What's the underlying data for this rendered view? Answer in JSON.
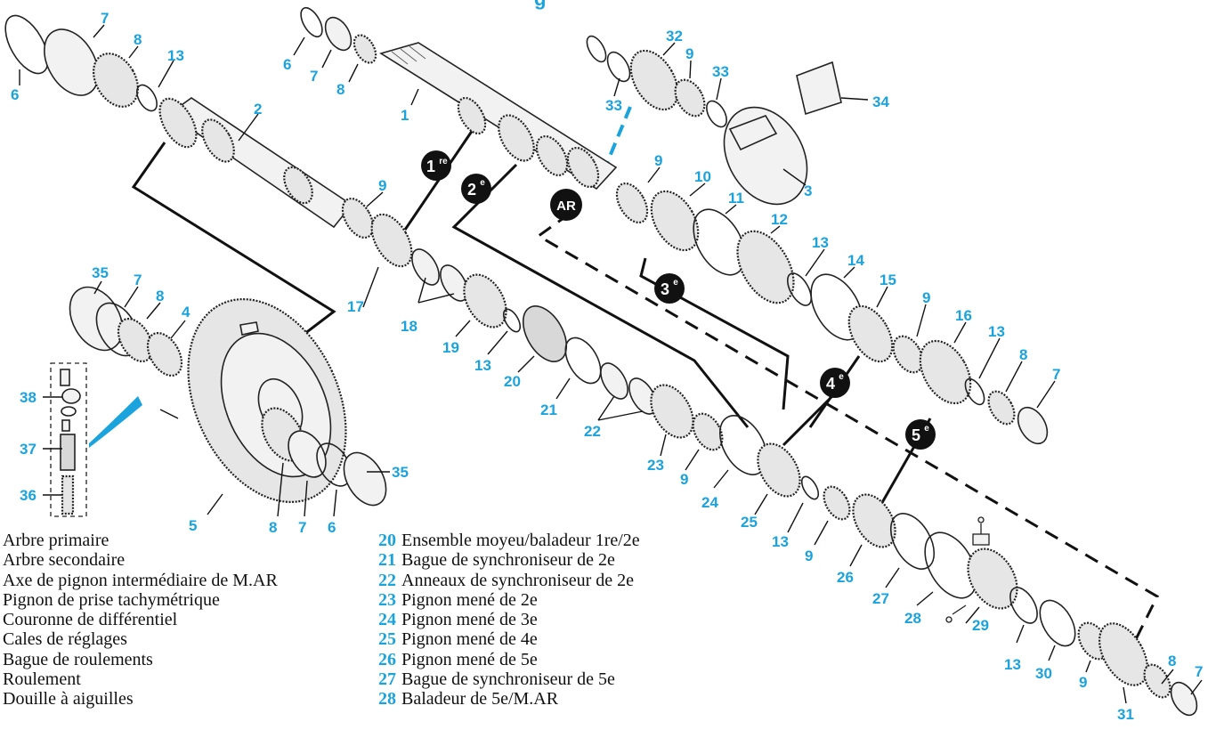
{
  "title_fragment": "g",
  "accent_color": "#1aa3dd",
  "callouts": {
    "c1": "1",
    "c2": "2",
    "c3": "3",
    "c4": "4",
    "c5": "5",
    "c6a": "6",
    "c6b": "6",
    "c6c": "6",
    "c7a": "7",
    "c7b": "7",
    "c7c": "7",
    "c7d": "7",
    "c7e": "7",
    "c7f": "7",
    "c8a": "8",
    "c8b": "8",
    "c8c": "8",
    "c8d": "8",
    "c8e": "8",
    "c8f": "8",
    "c9a": "9",
    "c9b": "9",
    "c9c": "9",
    "c9d": "9",
    "c9e": "9",
    "c9f": "9",
    "c9g": "9",
    "c10": "10",
    "c11": "11",
    "c12": "12",
    "c13a": "13",
    "c13b": "13",
    "c13c": "13",
    "c13d": "13",
    "c13e": "13",
    "c13f": "13",
    "c14": "14",
    "c15": "15",
    "c16": "16",
    "c17": "17",
    "c18": "18",
    "c19": "19",
    "c20": "20",
    "c21": "21",
    "c22": "22",
    "c23": "23",
    "c24": "24",
    "c25": "25",
    "c26": "26",
    "c27": "27",
    "c28": "28",
    "c29": "29",
    "c30": "30",
    "c31": "31",
    "c32": "32",
    "c33a": "33",
    "c33b": "33",
    "c34": "34",
    "c35a": "35",
    "c35b": "35",
    "c36": "36",
    "c37": "37",
    "c38": "38"
  },
  "gear_badges": {
    "first": {
      "num": "1",
      "sup": "re"
    },
    "second": {
      "num": "2",
      "sup": "e"
    },
    "reverse": {
      "num": "AR",
      "sup": ""
    },
    "third": {
      "num": "3",
      "sup": "e"
    },
    "fourth": {
      "num": "4",
      "sup": "e"
    },
    "fifth": {
      "num": "5",
      "sup": "e"
    }
  },
  "legend_left": [
    "Arbre primaire",
    "Arbre secondaire",
    "Axe de pignon intermédiaire de M.AR",
    "Pignon de prise tachymétrique",
    "Couronne de différentiel",
    "Cales de réglages",
    "Bague de roulements",
    "Roulement",
    "Douille à aiguilles"
  ],
  "legend_right": [
    {
      "num": "20",
      "text": "Ensemble moyeu/baladeur 1re/2e"
    },
    {
      "num": "21",
      "text": "Bague de synchroniseur de 2e"
    },
    {
      "num": "22",
      "text": "Anneaux de synchroniseur de 2e"
    },
    {
      "num": "23",
      "text": "Pignon mené de 2e"
    },
    {
      "num": "24",
      "text": "Pignon mené de 3e"
    },
    {
      "num": "25",
      "text": "Pignon mené de 4e"
    },
    {
      "num": "26",
      "text": "Pignon mené de 5e"
    },
    {
      "num": "27",
      "text": "Bague de synchroniseur de 5e"
    },
    {
      "num": "28",
      "text": "Baladeur de 5e/M.AR"
    }
  ]
}
